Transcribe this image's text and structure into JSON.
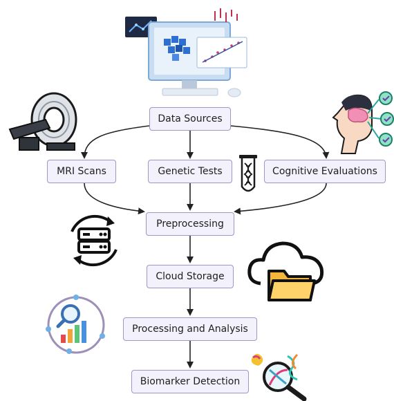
{
  "nodes": {
    "data_sources": "Data Sources",
    "mri_scans": "MRI Scans",
    "genetic_tests": "Genetic Tests",
    "cognitive_evaluations": "Cognitive Evaluations",
    "preprocessing": "Preprocessing",
    "cloud_storage": "Cloud Storage",
    "processing_analysis": "Processing and Analysis",
    "biomarker_detection": "Biomarker Detection"
  },
  "icons": [
    "computer-dashboard-icon",
    "mri-scanner-icon",
    "dna-test-tube-icon",
    "brain-checklist-icon",
    "server-sync-icon",
    "cloud-folder-icon",
    "analytics-cycle-icon",
    "dna-magnifier-icon"
  ],
  "colors": {
    "node_fill": "#f3f1fb",
    "node_border": "#9a97c9",
    "arrow": "#222222"
  }
}
